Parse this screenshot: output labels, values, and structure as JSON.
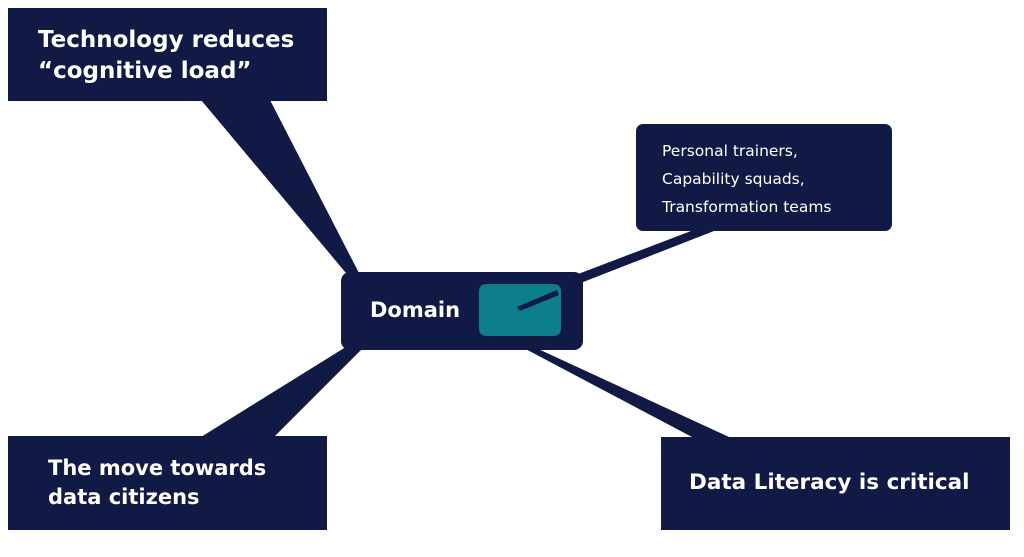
{
  "center": {
    "label": "Domain",
    "swatch_color": "#0d7e8c"
  },
  "top_left": {
    "lines": [
      "Technology reduces",
      "“cognitive load”"
    ]
  },
  "top_right": {
    "lines": [
      "Personal trainers,",
      "Capability squads,",
      "Transformation teams"
    ]
  },
  "bottom_left": {
    "lines": [
      "The move towards",
      "data citizens"
    ]
  },
  "bottom_right": {
    "text": "Data Literacy is critical"
  },
  "colors": {
    "box_fill": "#111a45",
    "text": "#ffffff",
    "accent": "#0d7e8c"
  }
}
